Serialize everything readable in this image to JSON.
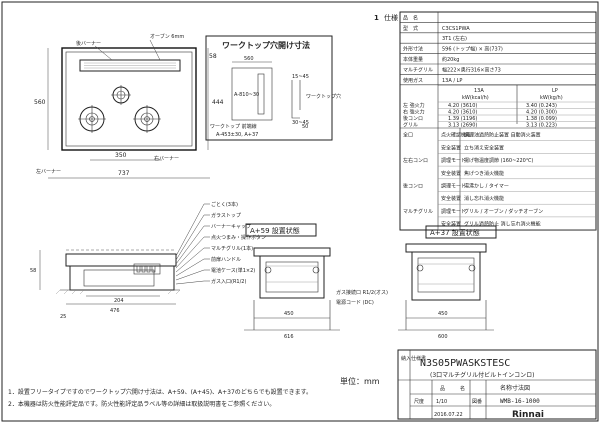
{
  "sheet_number": "1",
  "spec_title": "仕様",
  "spec_table": {
    "rows": [
      {
        "label": "品　名",
        "value": ""
      },
      {
        "label": "型　式",
        "value": "C3CS1PWA"
      },
      {
        "label": "",
        "value": "3T1 (左右)"
      },
      {
        "label": "外形寸法",
        "value": "596 (トップ幅) × 高(737)"
      },
      {
        "label": "本体重量",
        "value": "約20kg"
      },
      {
        "label": "マルチグリル",
        "value": "幅222×奥行316×高さ73"
      },
      {
        "label": "使用ガス",
        "value": "13A / LP"
      }
    ],
    "gas_columns": [
      "13A",
      "LP"
    ],
    "gas_units": [
      "kW(kcal/h)",
      "kW(kg/h)"
    ],
    "burners": [
      {
        "name": "左 強火力",
        "a": "4.20 (3610)",
        "b": "3.40 (0.243)"
      },
      {
        "name": "右 強火力",
        "a": "4.20 (3610)",
        "b": "4.20 (0.300)"
      },
      {
        "name": "後コンロ",
        "a": "1.39 (1196)",
        "b": "1.38 (0.099)"
      },
      {
        "name": "グリル",
        "a": "3.13 (2690)",
        "b": "3.13 (0.223)"
      }
    ],
    "safety": [
      {
        "group": "全口",
        "item": "点火確認機能",
        "note": "調理油過熱防止装置 自動消火装置"
      },
      {
        "group": "全口",
        "item": "安全装置",
        "note": "立ち消え安全装置"
      },
      {
        "group": "左右コンロ",
        "item": "調理モード",
        "note": "揚げ物温度調節 (160~220℃)"
      },
      {
        "group": "左右コンロ",
        "item": "安全装置",
        "note": "焦げつき消火機能"
      },
      {
        "group": "後コンロ",
        "item": "調理モード",
        "note": "湯沸かし / タイマー"
      },
      {
        "group": "後コンロ",
        "item": "安全装置",
        "note": "消し忘れ消火機能"
      },
      {
        "group": "マルチグリル",
        "item": "調理モード",
        "note": "グリル / オーブン / ダッチオーブン"
      },
      {
        "group": "マルチグリル",
        "item": "安全装置",
        "note": "グリル過熱防止 消し忘れ消火機能"
      }
    ]
  },
  "front_view": {
    "label_top_burner": "後バーナー",
    "label_oven": "オーブン 6mm",
    "label_left_burner": "左バーナー",
    "label_right_burner": "右バーナー",
    "dim_width": "737",
    "dim_depth": "350",
    "dim_side": "444",
    "dim_left": "560",
    "dim_top": "58"
  },
  "cutout": {
    "title": "ワークトップ穴開け寸法",
    "dim_w": "560",
    "dim_a": "A-810~30",
    "dim_left_label": "ワークトップ 前端線",
    "dim_right": "A-453±30, A+37",
    "dim_side_r": "50",
    "dim_depth": "15~45",
    "dim_depth2": "30~45",
    "legend": "ワークトップ穴"
  },
  "install_views": [
    {
      "label": "A+59 設置状態",
      "width": "450",
      "width2": "616"
    },
    {
      "label": "A+37 設置状態",
      "width": "450",
      "width2": "600"
    }
  ],
  "side_labels": [
    "ごとく(3本)",
    "ガラストップ",
    "バーナーキャップ",
    "点火つまみ・操作ボタン",
    "マルチグリル(1本)",
    "前扉ハンドル",
    "電池ケース(単1×2)",
    "ガス入口(R1/2)"
  ],
  "side_dims": {
    "d1": "58",
    "d2": "204",
    "d3": "476",
    "d4": "25"
  },
  "install_mid_labels": [
    "ガス接続口 R1/2(オス)",
    "電源コード (DC)"
  ],
  "unit_label": "単位：mm",
  "notes": [
    "1．設置フリータイプですのでワークトップ穴開け寸法は、A+59、(A+45)、A+37のどちらでも設置できます。",
    "2．本機器は防火性能評定品です。防火性能評定品ラベル等の詳細は取扱説明書をご参照ください。"
  ],
  "title_block": {
    "model_label": "納入仕様書",
    "model": "N3S05PWASKSTESC",
    "subtitle": "(3口マルチグリル付ビルトインコンロ)",
    "col_headers": [
      "品",
      "名",
      "名称寸法図"
    ],
    "scale_label": "尺度",
    "scale": "1/10",
    "drawing_label": "図番",
    "drawing_no": "WMB-16-1000",
    "date": "2016.07.22",
    "logo": "Rinnai"
  }
}
